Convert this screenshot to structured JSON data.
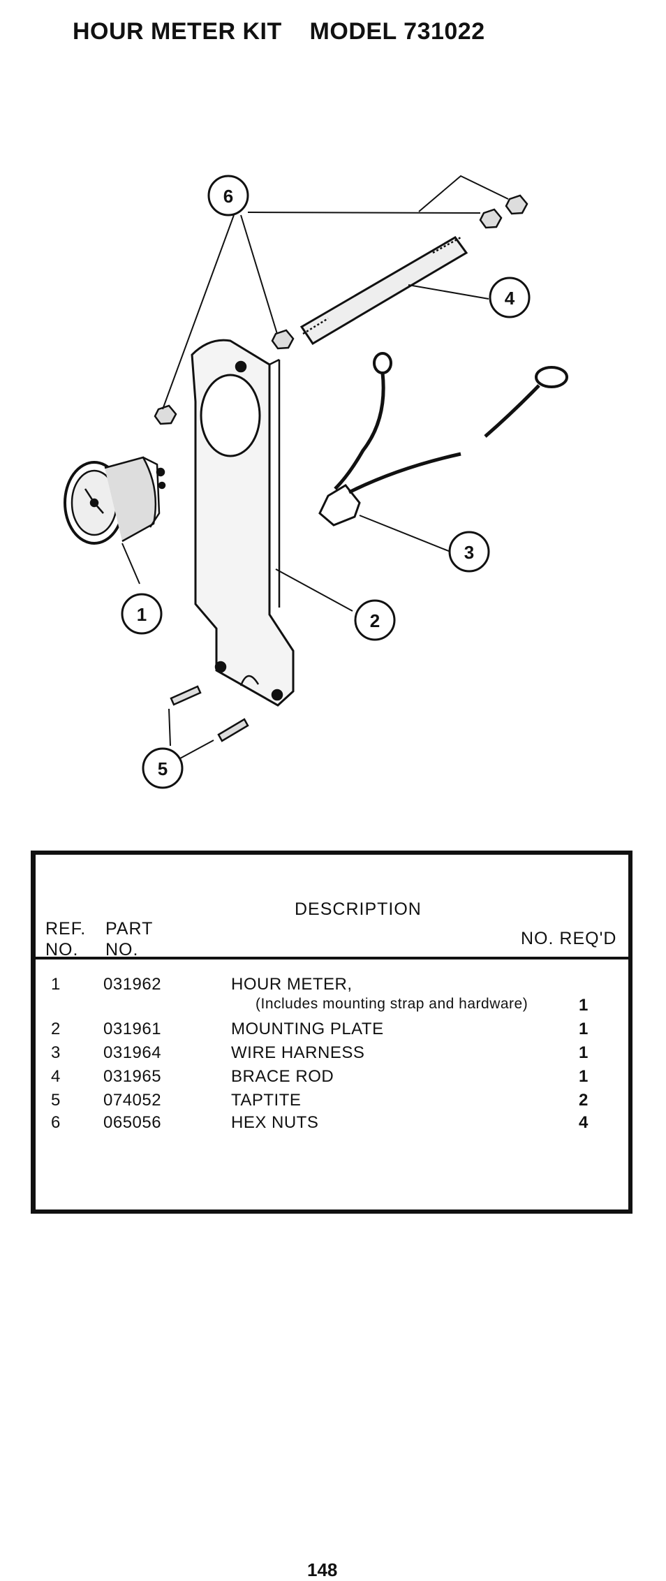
{
  "title": "HOUR METER KIT    MODEL 731022",
  "callouts": [
    "1",
    "2",
    "3",
    "4",
    "5",
    "6"
  ],
  "table": {
    "headers": {
      "ref_line1": "REF.",
      "ref_line2": "NO.",
      "part_line1": "PART",
      "part_line2": "NO.",
      "description": "DESCRIPTION",
      "qty": "NO. REQ'D"
    },
    "rows": [
      {
        "ref": "1",
        "part": "031962",
        "desc": "HOUR METER,",
        "sub": "(Includes mounting strap and hardware)",
        "qty": "1"
      },
      {
        "ref": "2",
        "part": "031961",
        "desc": "MOUNTING PLATE",
        "qty": "1"
      },
      {
        "ref": "3",
        "part": "031964",
        "desc": "WIRE HARNESS",
        "qty": "1"
      },
      {
        "ref": "4",
        "part": "031965",
        "desc": "BRACE ROD",
        "qty": "1"
      },
      {
        "ref": "5",
        "part": "074052",
        "desc": "TAPTITE",
        "qty": "2"
      },
      {
        "ref": "6",
        "part": "065056",
        "desc": "HEX NUTS",
        "qty": "4"
      }
    ]
  },
  "page_number": "148"
}
